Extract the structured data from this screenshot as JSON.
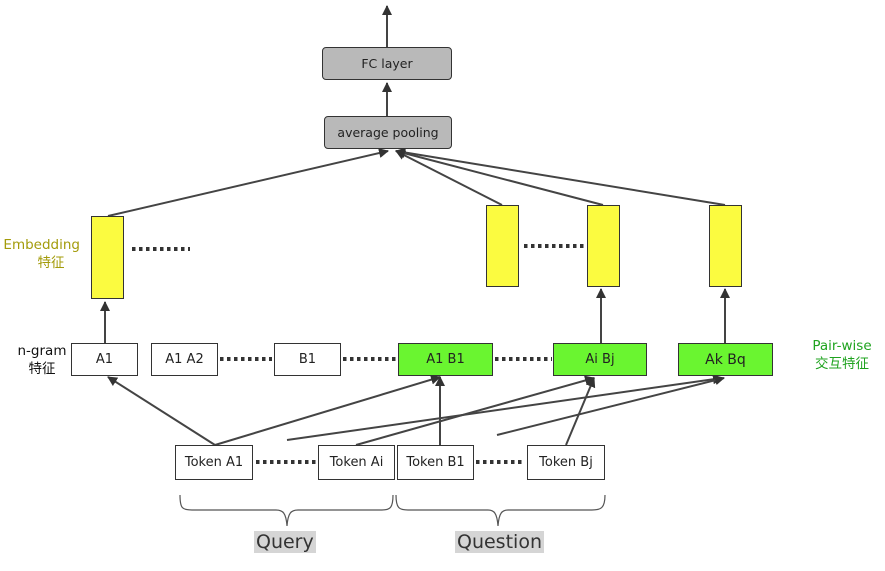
{
  "layers": {
    "fc": "FC layer",
    "pooling": "average pooling"
  },
  "ngram_boxes": [
    "A1",
    "A1 A2",
    "B1"
  ],
  "pair_boxes": [
    "A1 B1",
    "Ai Bj",
    "Ak Bq"
  ],
  "tokens": [
    "Token A1",
    "Token Ai",
    "Token B1",
    "Token Bj"
  ],
  "labels": {
    "embedding_line1": "Embedding",
    "embedding_line2": "特征",
    "ngram_line1": "n-gram",
    "ngram_line2": "特征",
    "pairwise_line1": "Pair-wise",
    "pairwise_line2": "交互特征"
  },
  "groups": {
    "query": "Query",
    "question": "Question"
  },
  "colors": {
    "embedding_vector": "#fbfb40",
    "pairwise_box": "#6af530",
    "layer_box": "#b9b9b9",
    "embedding_label": "#a39b0a",
    "pairwise_label": "#1fa31f"
  }
}
